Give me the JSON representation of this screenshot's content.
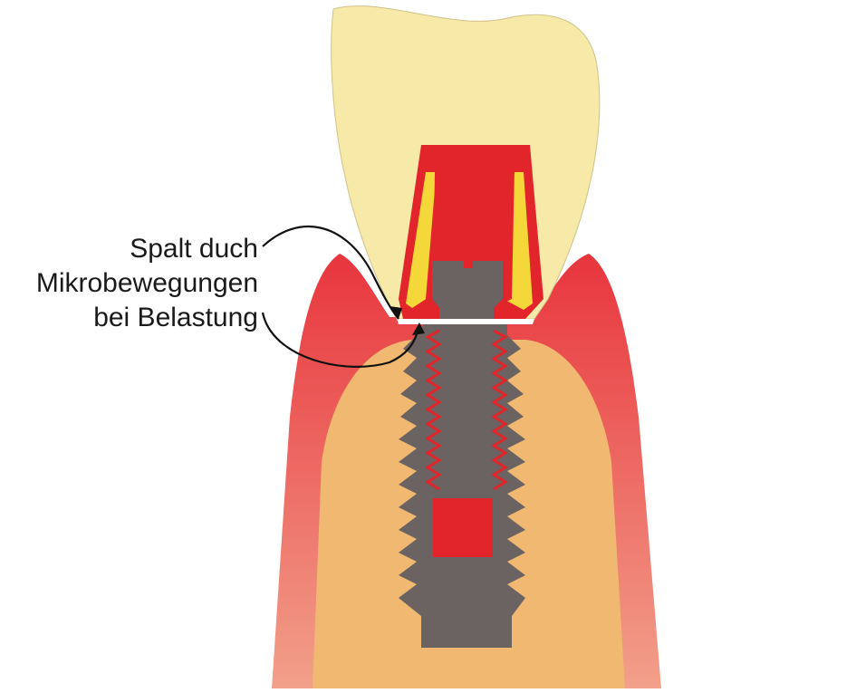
{
  "annotation": {
    "lines": [
      "Spalt duch",
      "Mikrobewegungen",
      "bei Belastung"
    ]
  },
  "colors": {
    "crown": "#f7e9a8",
    "crown_outline": "#cfc28a",
    "gum_top": "#e8353d",
    "gum_bottom": "#f2a08a",
    "bone": "#f0b870",
    "bone_inner": "#eec07a",
    "implant": "#6b6361",
    "abutment_red": "#e2242b",
    "cement_yellow": "#f4d83a",
    "arrow": "#111111"
  }
}
